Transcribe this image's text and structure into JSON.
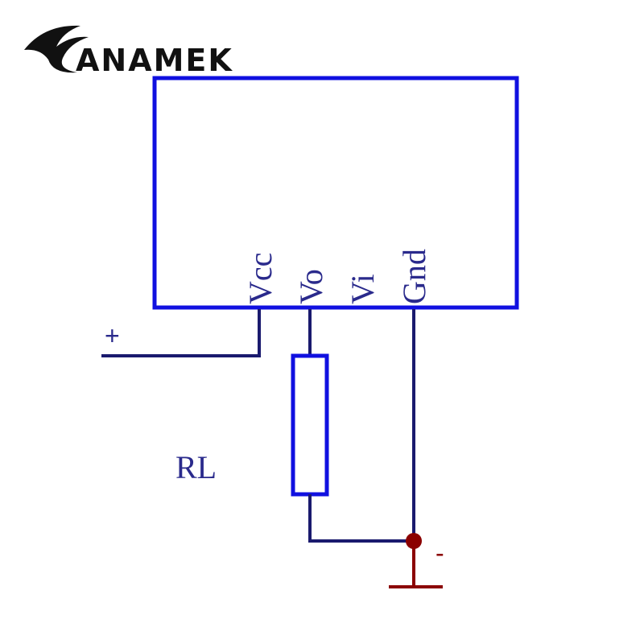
{
  "brand": {
    "name": "ANAMEK",
    "logo_icon": "wing-swoosh-logo"
  },
  "module": {
    "pins": [
      "Vcc",
      "Vo",
      "Vi",
      "Gnd"
    ]
  },
  "load": {
    "label": "RL"
  },
  "terminals": {
    "positive": "+",
    "negative": "-"
  },
  "colors": {
    "module_outline": "#1010e0",
    "wire": "#1a1a6e",
    "ground": "#8b0000",
    "text": "#2a2a8c",
    "brand": "#111111"
  }
}
